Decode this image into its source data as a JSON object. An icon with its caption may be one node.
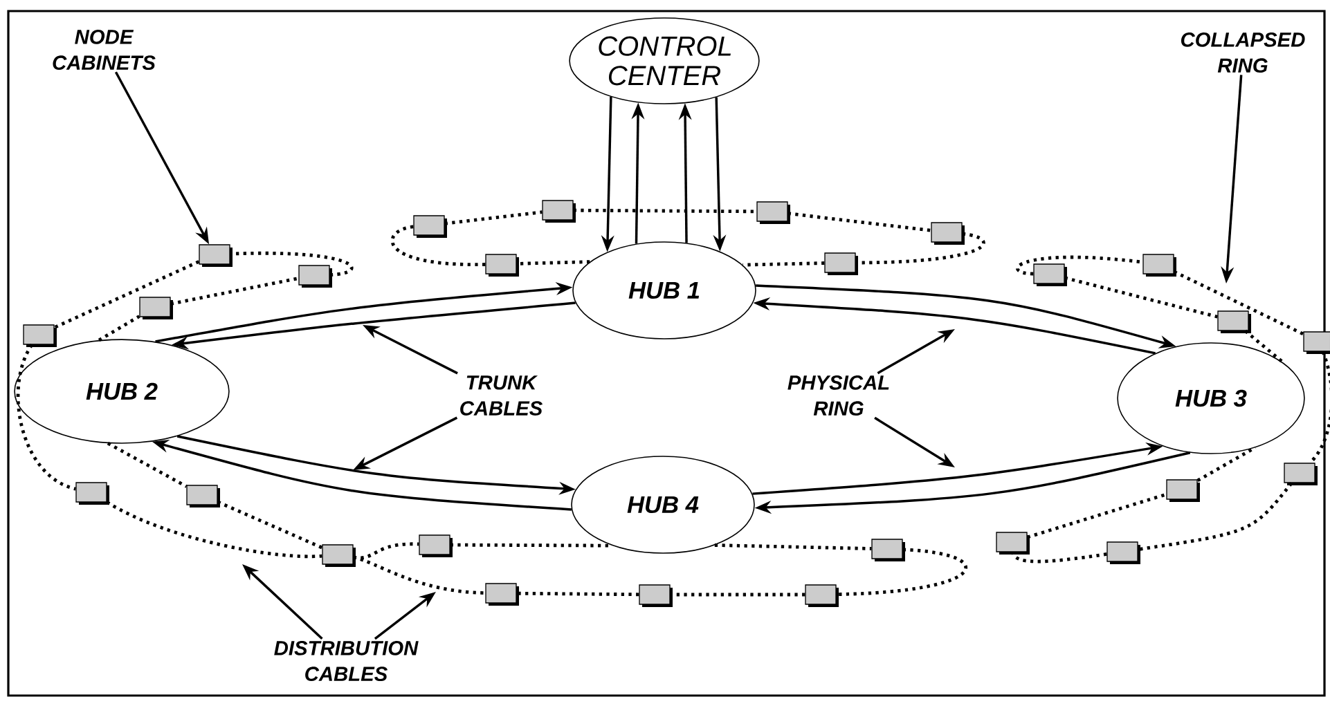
{
  "diagram": {
    "nodes": [
      {
        "text": [
          "CONTROL CENTER"
        ]
      },
      {
        "text": [
          "HUB 1"
        ]
      },
      {
        "text": [
          "HUB 2"
        ]
      },
      {
        "text": [
          "HUB 3"
        ]
      },
      {
        "text": [
          "HUB 4"
        ]
      },
      {
        "text": [
          "NODE CABINETS"
        ]
      },
      {
        "text": [
          "COLLAPSED RING"
        ]
      },
      {
        "text": [
          "TRUNK CABLES"
        ]
      },
      {
        "text": [
          "PHYSICAL RING"
        ]
      },
      {
        "text": [
          "DISTRIBUTION CABLES"
        ]
      },
      {
        "text": [],
        "shape": "box"
      },
      {
        "text": [],
        "shape": "box"
      },
      {
        "text": [],
        "shape": "box"
      },
      {
        "text": [],
        "shape": "box"
      },
      {
        "text": [],
        "shape": "box"
      },
      {
        "text": [],
        "shape": "box"
      },
      {
        "text": [],
        "shape": "box"
      },
      {
        "text": [],
        "shape": "box"
      },
      {
        "text": [],
        "shape": "box"
      },
      {
        "text": [],
        "shape": "box"
      },
      {
        "text": [],
        "shape": "box"
      },
      {
        "text": [],
        "shape": "box"
      },
      {
        "text": [],
        "shape": "box"
      },
      {
        "text": [],
        "shape": "box"
      },
      {
        "text": [],
        "shape": "box"
      },
      {
        "text": [],
        "shape": "box"
      },
      {
        "text": [],
        "shape": "box"
      },
      {
        "text": [],
        "shape": "box"
      },
      {
        "text": [],
        "shape": "box"
      },
      {
        "text": [],
        "shape": "box"
      },
      {
        "text": [],
        "shape": "box"
      },
      {
        "text": [],
        "shape": "box"
      },
      {
        "text": [],
        "shape": "box"
      },
      {
        "text": [],
        "shape": "box"
      },
      {
        "text": [],
        "shape": "box"
      },
      {
        "text": [],
        "shape": "box"
      }
    ],
    "edges": [
      {
        "from": 0,
        "to": 1,
        "arrow": "to"
      },
      {
        "from": 1,
        "to": 0,
        "arrow": "to"
      },
      {
        "from": 1,
        "to": 0,
        "arrow": "to"
      },
      {
        "from": 0,
        "to": 1,
        "arrow": "to"
      },
      {
        "from": 2,
        "to": 1,
        "arrow": "to"
      },
      {
        "from": 1,
        "to": 2,
        "arrow": "to"
      },
      {
        "from": 1,
        "to": 3,
        "arrow": "to"
      },
      {
        "from": 3,
        "to": 1,
        "arrow": "to"
      },
      {
        "from": 2,
        "to": 4,
        "arrow": "to"
      },
      {
        "from": 4,
        "to": 2,
        "arrow": "to"
      },
      {
        "from": 4,
        "to": 3,
        "arrow": "to"
      },
      {
        "from": 3,
        "to": 4,
        "arrow": "to"
      },
      {
        "from": 5,
        "to": 11,
        "arrow": "to"
      },
      {
        "from": 6,
        "to": null,
        "arrow": "to"
      },
      {
        "from": 7,
        "to": null,
        "arrow": "to"
      },
      {
        "from": 7,
        "to": null,
        "arrow": "to"
      },
      {
        "from": 8,
        "to": null,
        "arrow": "to"
      },
      {
        "from": 8,
        "to": null,
        "arrow": "to"
      },
      {
        "from": 9,
        "to": null,
        "arrow": "to"
      },
      {
        "from": 9,
        "to": null,
        "arrow": "to"
      },
      {
        "from": 1,
        "to": 16,
        "arrow": "none",
        "style": "dashed"
      },
      {
        "from": 16,
        "to": 14,
        "arrow": "none",
        "style": "dashed"
      },
      {
        "from": 14,
        "to": 15,
        "arrow": "none",
        "style": "dashed"
      },
      {
        "from": 15,
        "to": 17,
        "arrow": "none",
        "style": "dashed"
      },
      {
        "from": 17,
        "to": 18,
        "arrow": "none",
        "style": "dashed"
      },
      {
        "from": 18,
        "to": 19,
        "arrow": "none",
        "style": "dashed"
      },
      {
        "from": 19,
        "to": 1,
        "arrow": "none",
        "style": "dashed"
      },
      {
        "from": 2,
        "to": 12,
        "arrow": "none",
        "style": "dashed"
      },
      {
        "from": 12,
        "to": 13,
        "arrow": "none",
        "style": "dashed"
      },
      {
        "from": 13,
        "to": 11,
        "arrow": "none",
        "style": "dashed"
      },
      {
        "from": 11,
        "to": 10,
        "arrow": "none",
        "style": "dashed"
      },
      {
        "from": 10,
        "to": 35,
        "arrow": "none",
        "style": "dashed"
      },
      {
        "from": 35,
        "to": 33,
        "arrow": "none",
        "style": "dashed"
      },
      {
        "from": 2,
        "to": 34,
        "arrow": "none",
        "style": "dashed"
      },
      {
        "from": 34,
        "to": 33,
        "arrow": "none",
        "style": "dashed"
      },
      {
        "from": 33,
        "to": 32,
        "arrow": "none",
        "style": "dashed"
      },
      {
        "from": 33,
        "to": 31,
        "arrow": "none",
        "style": "dashed"
      },
      {
        "from": 32,
        "to": 4,
        "arrow": "none",
        "style": "dashed"
      },
      {
        "from": 4,
        "to": 28,
        "arrow": "none",
        "style": "dashed"
      },
      {
        "from": 28,
        "to": 29,
        "arrow": "none",
        "style": "dashed"
      },
      {
        "from": 29,
        "to": 30,
        "arrow": "none",
        "style": "dashed"
      },
      {
        "from": 30,
        "to": 31,
        "arrow": "none",
        "style": "dashed"
      },
      {
        "from": 20,
        "to": 21,
        "arrow": "none",
        "style": "dashed"
      },
      {
        "from": 20,
        "to": 22,
        "arrow": "none",
        "style": "dashed"
      },
      {
        "from": 22,
        "to": 3,
        "arrow": "none",
        "style": "dashed"
      },
      {
        "from": 21,
        "to": 23,
        "arrow": "none",
        "style": "dashed"
      },
      {
        "from": 23,
        "to": 24,
        "arrow": "none",
        "style": "dashed"
      },
      {
        "from": 24,
        "to": 26,
        "arrow": "none",
        "style": "dashed"
      },
      {
        "from": 26,
        "to": 27,
        "arrow": "none",
        "style": "dashed"
      },
      {
        "from": 27,
        "to": 25,
        "arrow": "none",
        "style": "dashed"
      },
      {
        "from": 25,
        "to": 3,
        "arrow": "none",
        "style": "dashed"
      }
    ]
  }
}
